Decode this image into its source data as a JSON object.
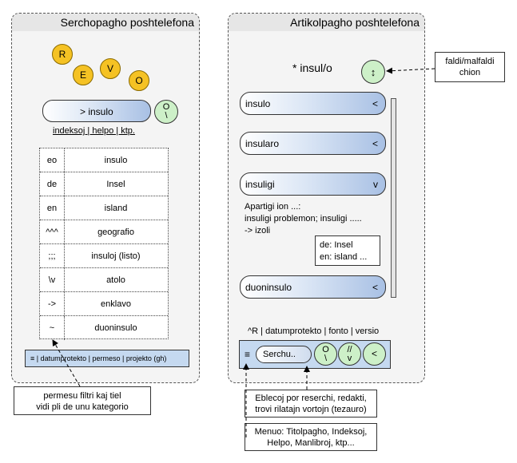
{
  "left_panel": {
    "title": "Serchopagho poshtelefona",
    "logo_letters": [
      "R",
      "E",
      "V",
      "O"
    ],
    "search_button": "> insulo",
    "search_circle_top": "O",
    "search_circle_bottom": "\\",
    "links": "indeksoj | helpo | ktp.",
    "results": [
      {
        "code": "eo",
        "word": "insulo"
      },
      {
        "code": "de",
        "word": "Insel"
      },
      {
        "code": "en",
        "word": "island"
      },
      {
        "code": "^^^",
        "word": "geografio"
      },
      {
        "code": ";;;",
        "word": "insuloj (listo)"
      },
      {
        "code": "\\v",
        "word": "atolo"
      },
      {
        "code": "->",
        "word": "enklavo"
      },
      {
        "code": "~",
        "word": "duoninsulo"
      }
    ],
    "bottom_bar": "≡ | datumprotekto | permeso | projekto (gh)"
  },
  "right_panel": {
    "title": "Artikolpagho poshtelefona",
    "headword": "* insul/o",
    "toggle_icon": "↕",
    "sections": [
      {
        "label": "insulo",
        "arrow": "<"
      },
      {
        "label": "insularo",
        "arrow": "<"
      },
      {
        "label": "insuligi",
        "arrow": "v"
      }
    ],
    "expanded_text": [
      "Apartigi ion ...:",
      "insuligi problemon; insuligi .....",
      "-> izoli"
    ],
    "translations": [
      "de: Insel",
      "en: island ..."
    ],
    "last_section": {
      "label": "duoninsulo",
      "arrow": "<"
    },
    "footer_links": "^R | datumprotekto | fonto | versio",
    "bottom_bar": {
      "menu_icon": "≡",
      "search_label": "Serchu..",
      "c1_top": "O",
      "c1_bottom": "\\",
      "c2_top": "//",
      "c2_bottom": "v",
      "c3": "<"
    }
  },
  "callouts": {
    "fold": [
      "faldi/malfaldi",
      "chion"
    ],
    "filter": [
      "permesu filtri kaj tiel",
      "vidi pli de unu kategorio"
    ],
    "buttons": [
      "Eblecoj por reserchi, redakti,",
      "trovi rilatajn vortojn (tezauro)"
    ],
    "menu": [
      "Menuo: Titolpagho, Indeksoj,",
      "Helpo, Manlibroj, ktp..."
    ]
  }
}
